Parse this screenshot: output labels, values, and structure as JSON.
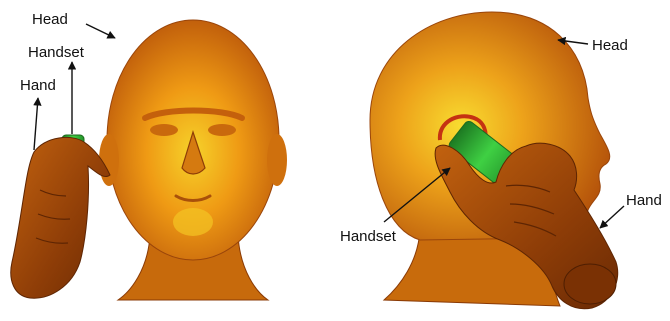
{
  "figure": {
    "left_panel": {
      "labels": {
        "head": "Head",
        "handset": "Handset",
        "hand": "Hand"
      }
    },
    "right_panel": {
      "labels": {
        "head": "Head",
        "handset": "Handset",
        "hand": "Hand"
      }
    },
    "colors": {
      "skin_dark": "#8a3a05",
      "skin_mid": "#d9760c",
      "skin_light": "#f2c21a",
      "handset_green": "#38c43a",
      "handset_dark": "#1d7a22",
      "arrow": "#111111",
      "background": "#ffffff"
    }
  }
}
